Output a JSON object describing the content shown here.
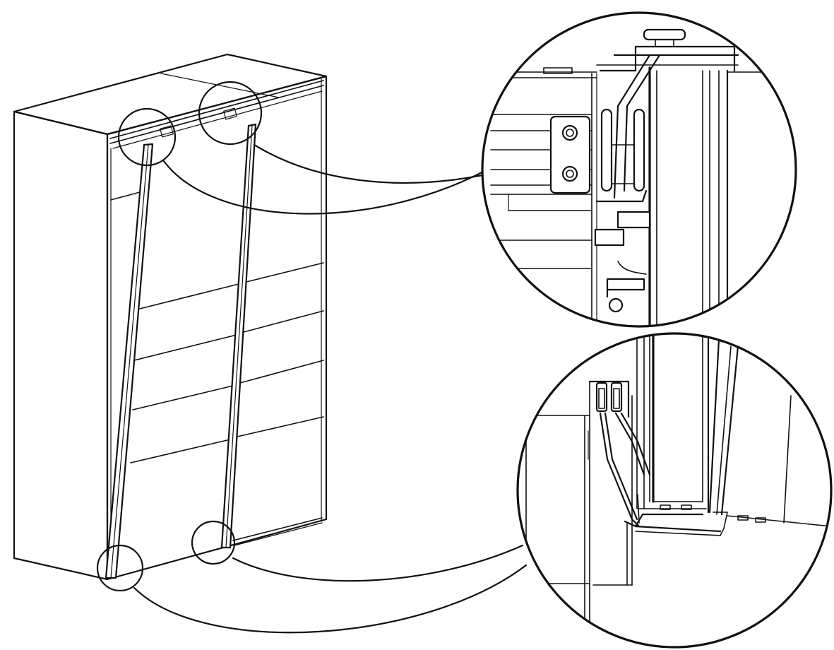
{
  "figure": {
    "subject": "sliding-door-wardrobe-assembly",
    "line_color": "#111111",
    "background_color": "#ffffff"
  },
  "callouts": [
    {
      "name": "top-left-roller",
      "detail": "top-detail"
    },
    {
      "name": "top-right-roller",
      "detail": "top-detail"
    },
    {
      "name": "bottom-left-guide",
      "detail": "bottom-detail"
    },
    {
      "name": "bottom-right-guide",
      "detail": "bottom-detail"
    }
  ],
  "details": [
    {
      "name": "top-detail",
      "shows": "top-roller-and-track"
    },
    {
      "name": "bottom-detail",
      "shows": "bottom-guide-and-rail"
    }
  ]
}
